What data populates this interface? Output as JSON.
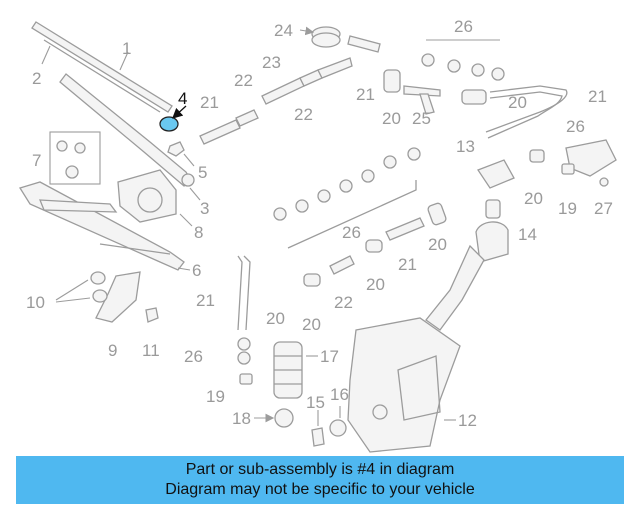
{
  "diagram": {
    "callouts": [
      "1",
      "2",
      "3",
      "4",
      "5",
      "6",
      "7",
      "8",
      "9",
      "10",
      "11",
      "12",
      "13",
      "14",
      "15",
      "16",
      "17",
      "18",
      "19",
      "20",
      "21",
      "22",
      "23",
      "24",
      "25",
      "26",
      "27"
    ],
    "highlighted": "4",
    "colors": {
      "part_fill": "#f4f4f4",
      "outline": "#9c9c9c",
      "highlight_part": "#6ac8f0",
      "label": "#9a9a9a"
    }
  },
  "banner": {
    "line1": "Part or sub-assembly is #4 in diagram",
    "line2": "Diagram may not be specific to your vehicle",
    "color": "#4fb8f0"
  }
}
